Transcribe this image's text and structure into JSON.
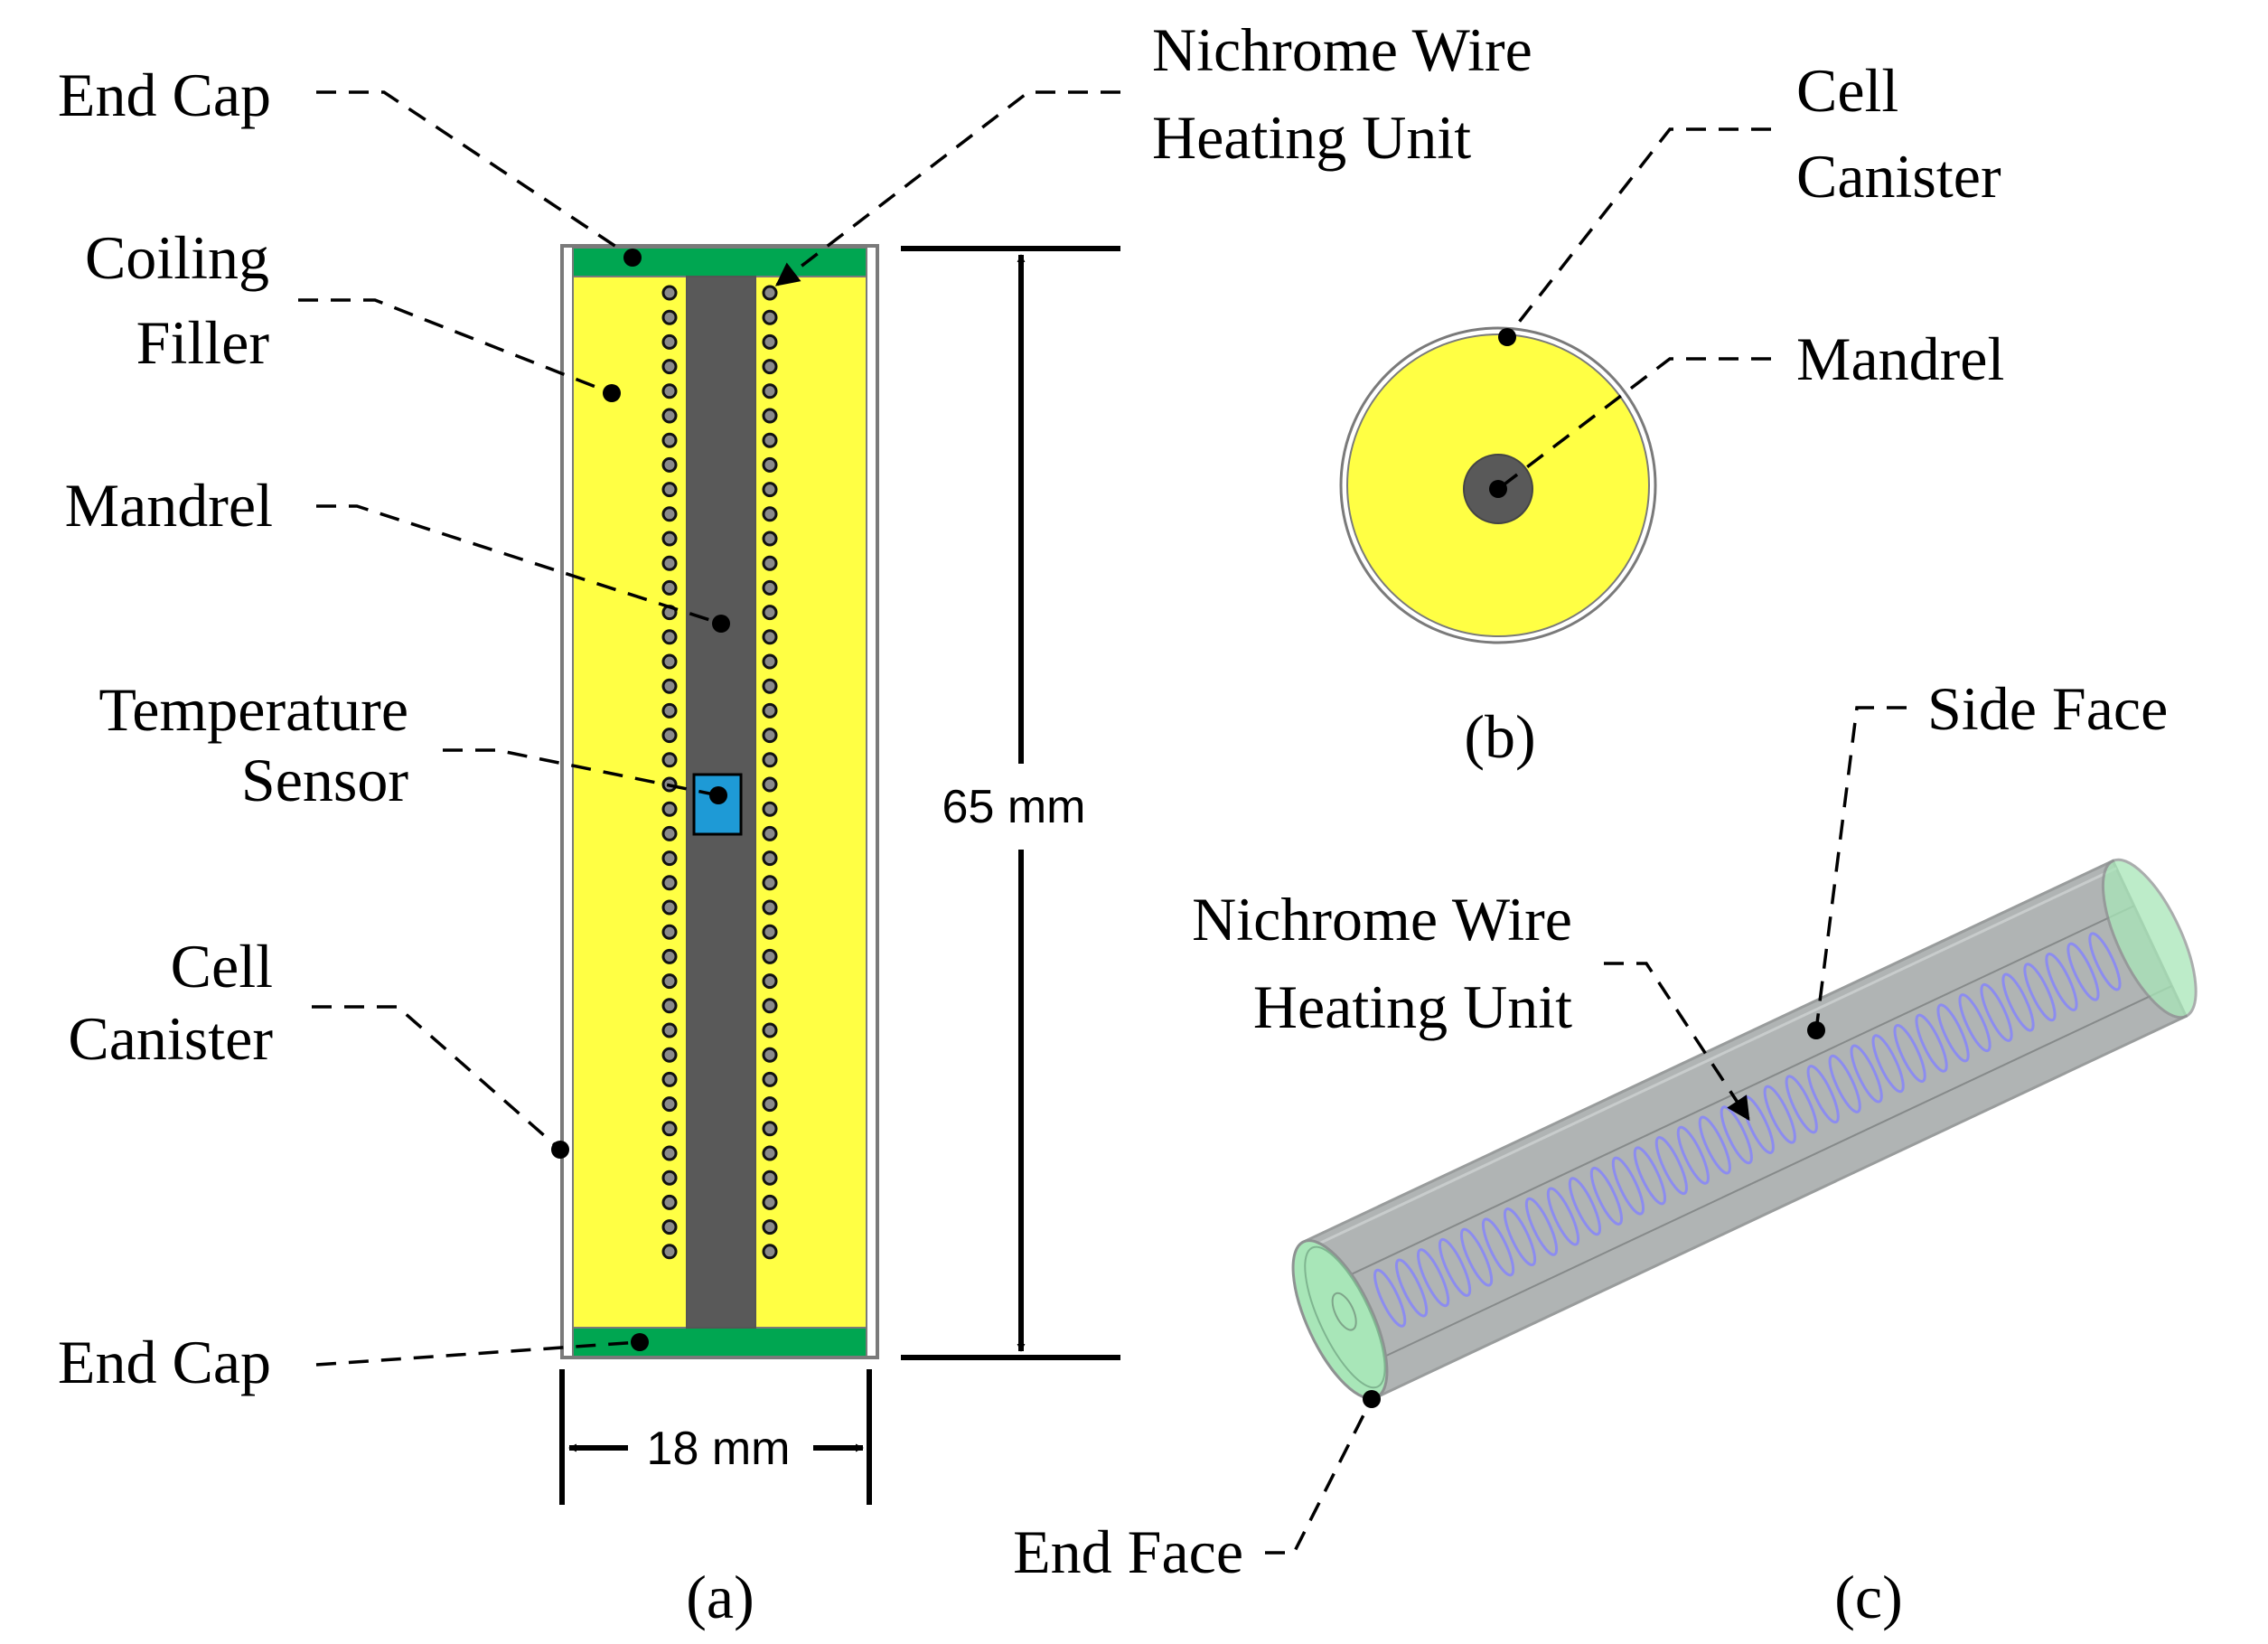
{
  "colors": {
    "filler": "#ffff44",
    "end_cap": "#00a651",
    "mandrel": "#595959",
    "sensor": "#1e9ad6",
    "canister_shell": "#c8cccc",
    "canister_body": "#a8acac",
    "end_face": "#a8e6b8",
    "wire": "#8c8cf0"
  },
  "panel_a": {
    "labels": {
      "end_cap_top": "End Cap",
      "coiling_filler": [
        "Coiling",
        "Filler"
      ],
      "mandrel": "Mandrel",
      "temperature_sensor": [
        "Temperature",
        "Sensor"
      ],
      "cell_canister": [
        "Cell",
        "Canister"
      ],
      "end_cap_bottom": "End Cap",
      "nichrome": [
        "Nichrome Wire",
        "Heating Unit"
      ]
    },
    "dims": {
      "height": "65 mm",
      "width": "18 mm"
    },
    "caption": "(a)"
  },
  "panel_b": {
    "labels": {
      "cell_canister": [
        "Cell",
        "Canister"
      ],
      "mandrel": "Mandrel"
    },
    "caption": "(b)"
  },
  "panel_c": {
    "labels": {
      "side_face": "Side Face",
      "nichrome": [
        "Nichrome Wire",
        "Heating Unit"
      ],
      "end_face": "End Face"
    },
    "caption": "(c)"
  }
}
